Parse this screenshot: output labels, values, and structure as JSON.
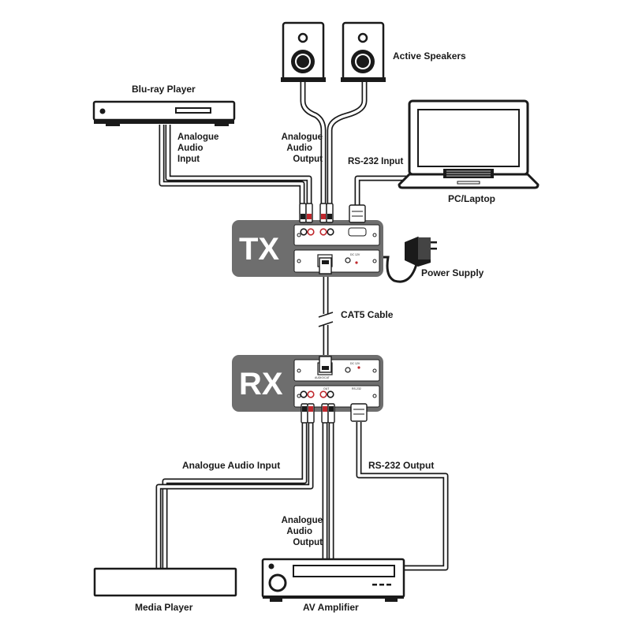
{
  "labels": {
    "active_speakers": "Active Speakers",
    "bluray_player": "Blu-ray Player",
    "tx_analogue_input": [
      "Analogue",
      "Audio",
      "Input"
    ],
    "tx_analogue_output": [
      "Analogue",
      "Audio",
      "Output"
    ],
    "rs232_input": "RS-232 Input",
    "pc_laptop": "PC/Laptop",
    "power_supply": "Power Supply",
    "cat5_cable": "CAT5 Cable",
    "analogue_audio_input": "Analogue Audio Input",
    "rs232_output": "RS-232 Output",
    "rx_analogue_output": [
      "Analogue",
      "Audio",
      "Output"
    ],
    "media_player": "Media  Player",
    "av_amplifier": "AV Amplifier"
  },
  "units": {
    "tx": "TX",
    "rx": "RX"
  },
  "panel_text": {
    "tx_dc": "DC 12V",
    "rx_dc": "DC 12V",
    "rx_audio_cat": "AUDIO/CAT",
    "rx_out": "OUT",
    "rx_rs232": "RS-232"
  },
  "colors": {
    "unit_body": "#6e6e6e",
    "rca_red": "#c0282d",
    "outline": "#1a1a1a"
  }
}
